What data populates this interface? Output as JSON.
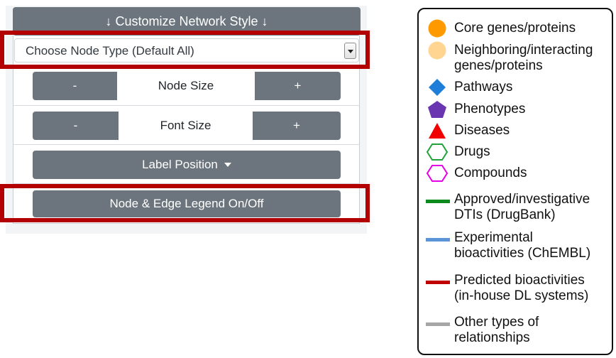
{
  "panel": {
    "header_label": "↓ Customize Network Style ↓",
    "node_type_select": {
      "selected": "Choose Node Type (Default All)"
    },
    "node_size": {
      "label": "Node Size",
      "minus_label": "-",
      "plus_label": "+"
    },
    "font_size": {
      "label": "Font Size",
      "minus_label": "-",
      "plus_label": "+"
    },
    "label_position": {
      "label": "Label Position"
    },
    "legend_toggle": {
      "label": "Node & Edge Legend On/Off"
    }
  },
  "legend": {
    "nodes": [
      {
        "label": "Core genes/proteins",
        "shape": "circle",
        "color": "#ff9900"
      },
      {
        "label": "Neighboring/interacting\ngenes/proteins",
        "shape": "circle",
        "color": "#ffd591"
      },
      {
        "label": "Pathways",
        "shape": "diamond",
        "color": "#1f7fd8"
      },
      {
        "label": "Phenotypes",
        "shape": "pentagon",
        "color": "#6a35b0"
      },
      {
        "label": "Diseases",
        "shape": "triangle",
        "color": "#f20000"
      },
      {
        "label": "Drugs",
        "shape": "hexagon-outline",
        "color": "#1fa33a"
      },
      {
        "label": "Compounds",
        "shape": "hexagon-outline",
        "color": "#e600e6"
      }
    ],
    "edges": [
      {
        "label": "Approved/investigative\nDTIs (DrugBank)",
        "color": "#0c8a1e"
      },
      {
        "label": "Experimental\nbioactivities (ChEMBL)",
        "color": "#5b95d8"
      },
      {
        "label": "Predicted bioactivities\n(in-house DL systems)",
        "color": "#c00000"
      },
      {
        "label": "Other types of\nrelationships",
        "color": "#a6a6a6"
      }
    ]
  },
  "colors": {
    "button_grey": "#6c757d",
    "highlight_red": "#b30000"
  }
}
